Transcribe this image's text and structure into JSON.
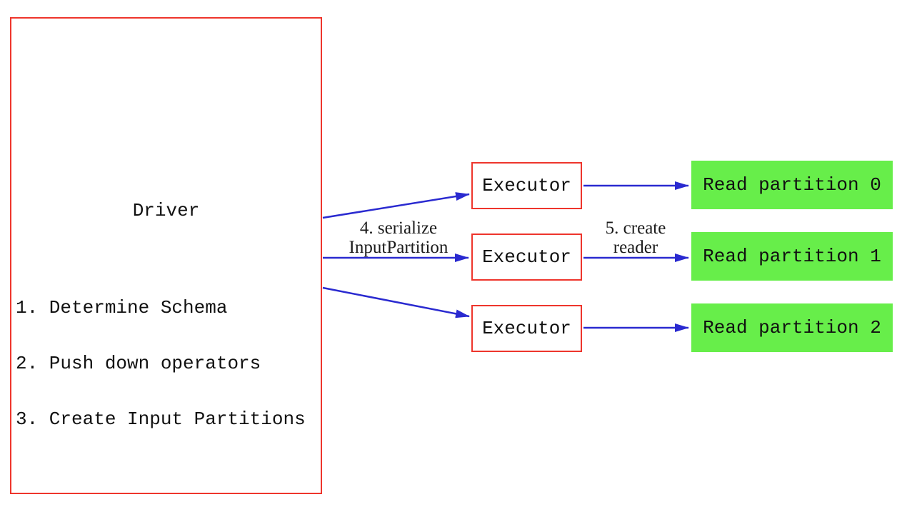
{
  "diagram": {
    "driver": {
      "title": "Driver",
      "steps": [
        "1. Determine Schema",
        "2. Push down operators",
        "3. Create Input Partitions"
      ]
    },
    "executors": [
      {
        "label": "Executor"
      },
      {
        "label": "Executor"
      },
      {
        "label": "Executor"
      }
    ],
    "partitions": [
      {
        "label": "Read partition 0"
      },
      {
        "label": "Read partition 1"
      },
      {
        "label": "Read partition 2"
      }
    ],
    "edge_labels": {
      "serialize": {
        "line1": "4. serialize",
        "line2": "InputPartition"
      },
      "create_reader": {
        "line1": "5. create",
        "line2": "reader"
      }
    },
    "edges": [
      {
        "from": "Driver",
        "to": "Executor 1",
        "label": "4. serialize InputPartition"
      },
      {
        "from": "Driver",
        "to": "Executor 2",
        "label": "4. serialize InputPartition"
      },
      {
        "from": "Driver",
        "to": "Executor 3",
        "label": "4. serialize InputPartition"
      },
      {
        "from": "Executor 1",
        "to": "Read partition 0",
        "label": "5. create reader"
      },
      {
        "from": "Executor 2",
        "to": "Read partition 1",
        "label": "5. create reader"
      },
      {
        "from": "Executor 3",
        "to": "Read partition 2",
        "label": "5. create reader"
      }
    ],
    "colors": {
      "box_border_red": "#ee352c",
      "arrow_blue": "#2a2ad0",
      "partition_green": "#67ee4a",
      "text": "#111111",
      "background": "#ffffff"
    }
  }
}
